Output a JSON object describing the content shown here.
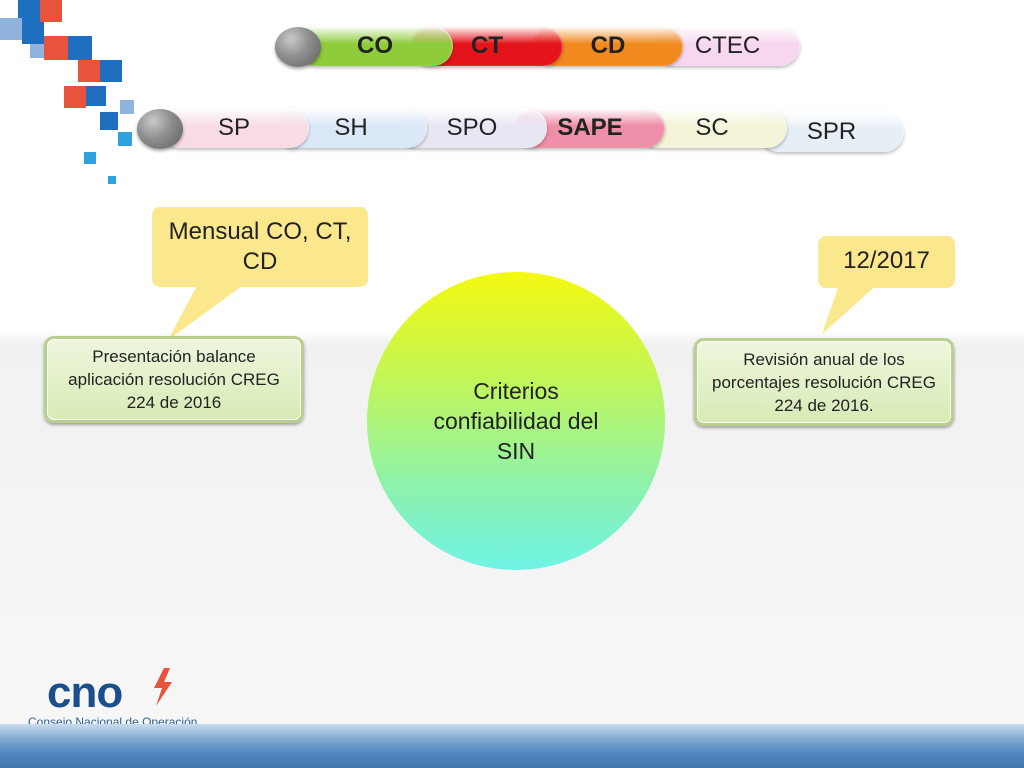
{
  "top_row": {
    "segments": [
      {
        "label": "CO",
        "bold": true,
        "color": "#8fcc3c"
      },
      {
        "label": "CT",
        "bold": true,
        "color": "#e4141b"
      },
      {
        "label": "CD",
        "bold": true,
        "color": "#f08a1e"
      },
      {
        "label": "CTEC",
        "bold": false,
        "color": "#f7d6f0"
      }
    ]
  },
  "second_row": {
    "segments": [
      {
        "label": "SP",
        "bold": false,
        "color": "#f8dce3"
      },
      {
        "label": "SH",
        "bold": false,
        "color": "#dbe8f7"
      },
      {
        "label": "SPO",
        "bold": false,
        "color": "#e9e6f4"
      },
      {
        "label": "SAPE",
        "bold": true,
        "color": "#ef8ea8"
      },
      {
        "label": "SC",
        "bold": false,
        "color": "#f4f4d8"
      },
      {
        "label": "SPR",
        "bold": false,
        "color": "#e6eef6"
      }
    ]
  },
  "callouts": {
    "left_bubble": "Mensual CO, CT, CD",
    "right_bubble": "12/2017"
  },
  "boxes": {
    "left": "Presentación balance aplicación resolución CREG 224 de 2016",
    "right": "Revisión anual de los porcentajes resolución CREG 224 de 2016."
  },
  "center": {
    "text": "Criterios confiabilidad del SIN"
  },
  "logo": {
    "name": "cno",
    "subtitle": "Consejo Nacional de Operación"
  }
}
